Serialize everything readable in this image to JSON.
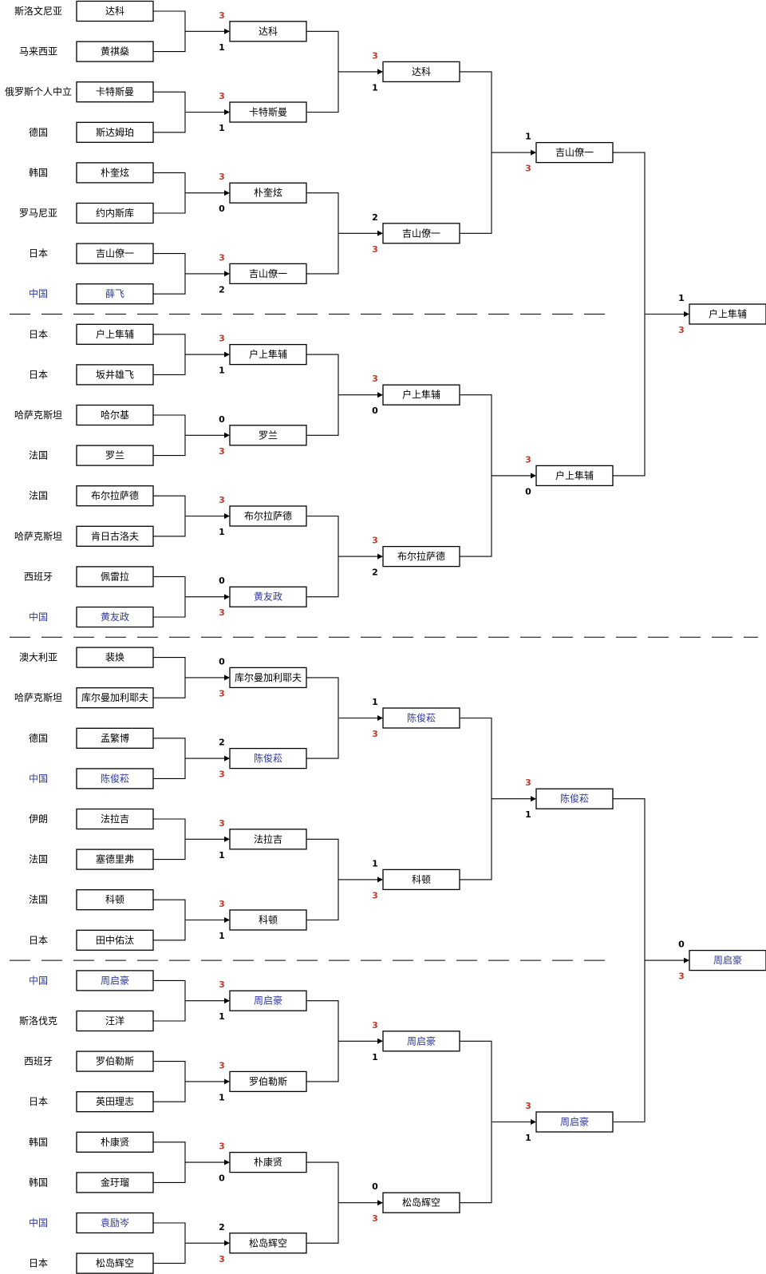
{
  "colors": {
    "china": "#2e3a9a",
    "winner_score": "#c0392b",
    "default": "#000000"
  },
  "china_label": "中国",
  "round1": [
    {
      "country": "斯洛文尼亚",
      "name": "达科"
    },
    {
      "country": "马来西亚",
      "name": "黄祺燊"
    },
    {
      "country": "俄罗斯个人中立",
      "name": "卡特斯曼"
    },
    {
      "country": "德国",
      "name": "斯达姆珀"
    },
    {
      "country": "韩国",
      "name": "朴奎炫"
    },
    {
      "country": "罗马尼亚",
      "name": "约内斯库"
    },
    {
      "country": "日本",
      "name": "吉山僚一"
    },
    {
      "country": "中国",
      "name": "薛飞"
    },
    {
      "country": "日本",
      "name": "户上隼辅"
    },
    {
      "country": "日本",
      "name": "坂井雄飞"
    },
    {
      "country": "哈萨克斯坦",
      "name": "哈尔基"
    },
    {
      "country": "法国",
      "name": "罗兰"
    },
    {
      "country": "法国",
      "name": "布尔拉萨德"
    },
    {
      "country": "哈萨克斯坦",
      "name": "肯日古洛夫"
    },
    {
      "country": "西班牙",
      "name": "佩雷拉"
    },
    {
      "country": "中国",
      "name": "黄友政"
    },
    {
      "country": "澳大利亚",
      "name": "裴焕"
    },
    {
      "country": "哈萨克斯坦",
      "name": "库尔曼加利耶夫"
    },
    {
      "country": "德国",
      "name": "孟繁博"
    },
    {
      "country": "中国",
      "name": "陈俊菘"
    },
    {
      "country": "伊朗",
      "name": "法拉吉"
    },
    {
      "country": "法国",
      "name": "塞德里弗"
    },
    {
      "country": "法国",
      "name": "科顿"
    },
    {
      "country": "日本",
      "name": "田中佑汰"
    },
    {
      "country": "中国",
      "name": "周启豪"
    },
    {
      "country": "斯洛伐克",
      "name": "汪洋"
    },
    {
      "country": "西班牙",
      "name": "罗伯勒斯"
    },
    {
      "country": "日本",
      "name": "英田理志"
    },
    {
      "country": "韩国",
      "name": "朴康贤"
    },
    {
      "country": "韩国",
      "name": "金玗瑠"
    },
    {
      "country": "中国",
      "name": "袁励岑"
    },
    {
      "country": "日本",
      "name": "松岛辉空"
    }
  ],
  "round1_scores": [
    3,
    1,
    3,
    1,
    3,
    0,
    3,
    2,
    3,
    1,
    0,
    3,
    3,
    1,
    0,
    3,
    0,
    3,
    2,
    3,
    3,
    1,
    3,
    1,
    3,
    1,
    3,
    1,
    3,
    0,
    2,
    3
  ],
  "round2": [
    {
      "name": "达科"
    },
    {
      "name": "卡特斯曼"
    },
    {
      "name": "朴奎炫"
    },
    {
      "name": "吉山僚一"
    },
    {
      "name": "户上隼辅"
    },
    {
      "name": "罗兰"
    },
    {
      "name": "布尔拉萨德"
    },
    {
      "name": "黄友政",
      "china": true
    },
    {
      "name": "库尔曼加利耶夫"
    },
    {
      "name": "陈俊菘",
      "china": true
    },
    {
      "name": "法拉吉"
    },
    {
      "name": "科顿"
    },
    {
      "name": "周启豪",
      "china": true
    },
    {
      "name": "罗伯勒斯"
    },
    {
      "name": "朴康贤"
    },
    {
      "name": "松岛辉空"
    }
  ],
  "round2_scores": [
    3,
    1,
    2,
    3,
    3,
    0,
    3,
    2,
    1,
    3,
    1,
    3,
    3,
    1,
    0,
    3
  ],
  "round3": [
    {
      "name": "达科"
    },
    {
      "name": "吉山僚一"
    },
    {
      "name": "户上隼辅"
    },
    {
      "name": "布尔拉萨德"
    },
    {
      "name": "陈俊菘",
      "china": true
    },
    {
      "name": "科顿"
    },
    {
      "name": "周启豪",
      "china": true
    },
    {
      "name": "松岛辉空"
    }
  ],
  "round3_scores": [
    1,
    3,
    3,
    0,
    3,
    1,
    3,
    1
  ],
  "round4": [
    {
      "name": "吉山僚一"
    },
    {
      "name": "户上隼辅"
    },
    {
      "name": "陈俊菘",
      "china": true
    },
    {
      "name": "周启豪",
      "china": true
    }
  ],
  "round4_scores": [
    1,
    3,
    0,
    3
  ],
  "round5": [
    {
      "name": "户上隼辅"
    },
    {
      "name": "周启豪",
      "china": true
    }
  ]
}
